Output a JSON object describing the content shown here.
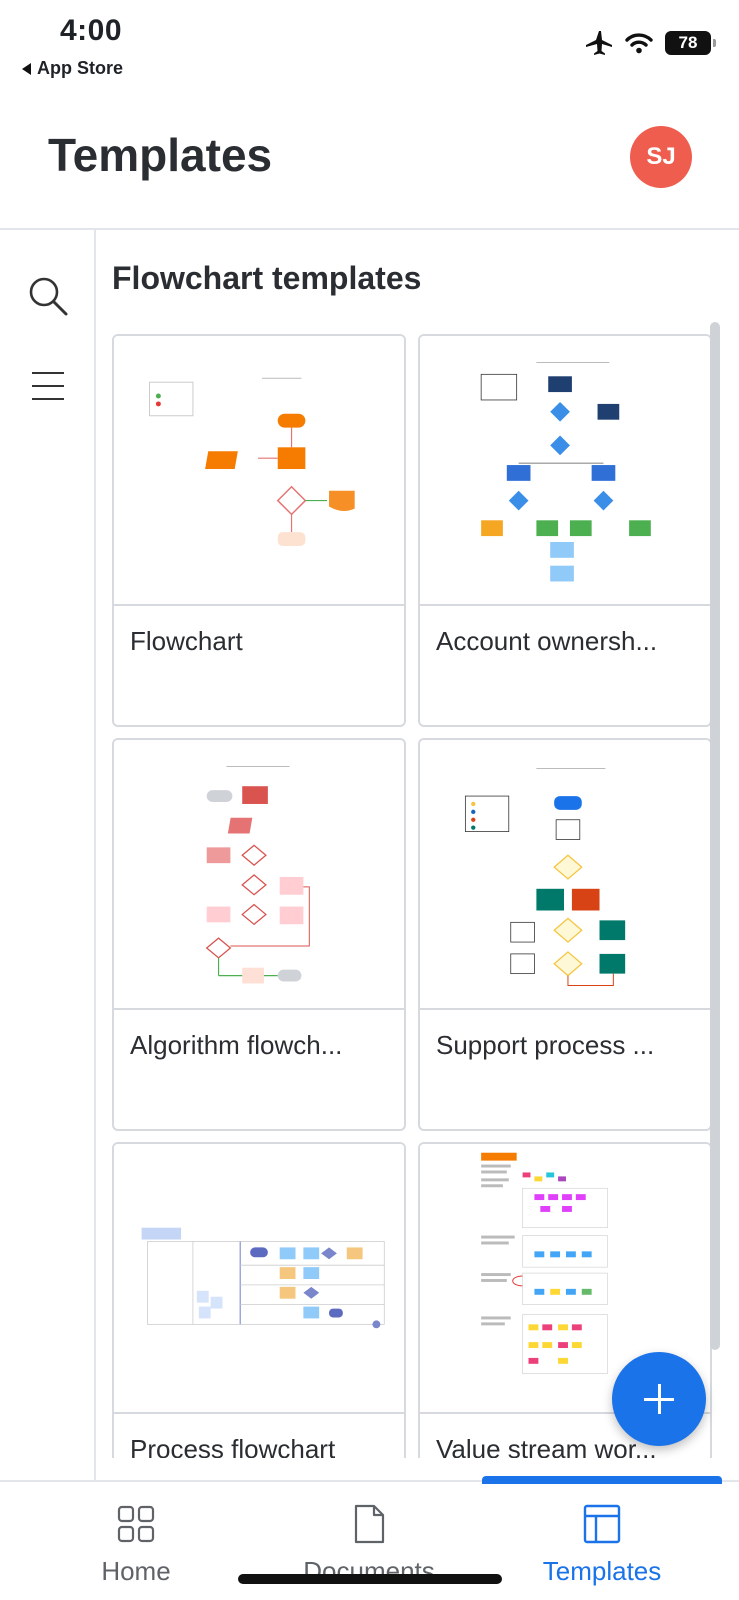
{
  "status_bar": {
    "time": "4:00",
    "back_label": "App Store",
    "battery": "78",
    "icons": [
      "airplane-icon",
      "wifi-icon",
      "battery-icon"
    ]
  },
  "header": {
    "title": "Templates",
    "avatar_initials": "SJ",
    "avatar_color": "#ef5d4f"
  },
  "rail": {
    "icons": [
      "search-icon",
      "menu-icon"
    ]
  },
  "section": {
    "title": "Flowchart templates"
  },
  "templates": [
    {
      "name": "Flowchart"
    },
    {
      "name": "Account ownersh..."
    },
    {
      "name": "Algorithm flowch..."
    },
    {
      "name": "Support process ..."
    },
    {
      "name": "Process flowchart"
    },
    {
      "name": "Value stream wor..."
    }
  ],
  "fab": {
    "icon": "plus-icon",
    "color": "#1a73e8"
  },
  "bottom_nav": {
    "items": [
      {
        "label": "Home",
        "icon": "home-grid-icon"
      },
      {
        "label": "Documents",
        "icon": "document-icon"
      },
      {
        "label": "Templates",
        "icon": "templates-icon",
        "active": true
      }
    ],
    "accent": "#1a73e8"
  }
}
